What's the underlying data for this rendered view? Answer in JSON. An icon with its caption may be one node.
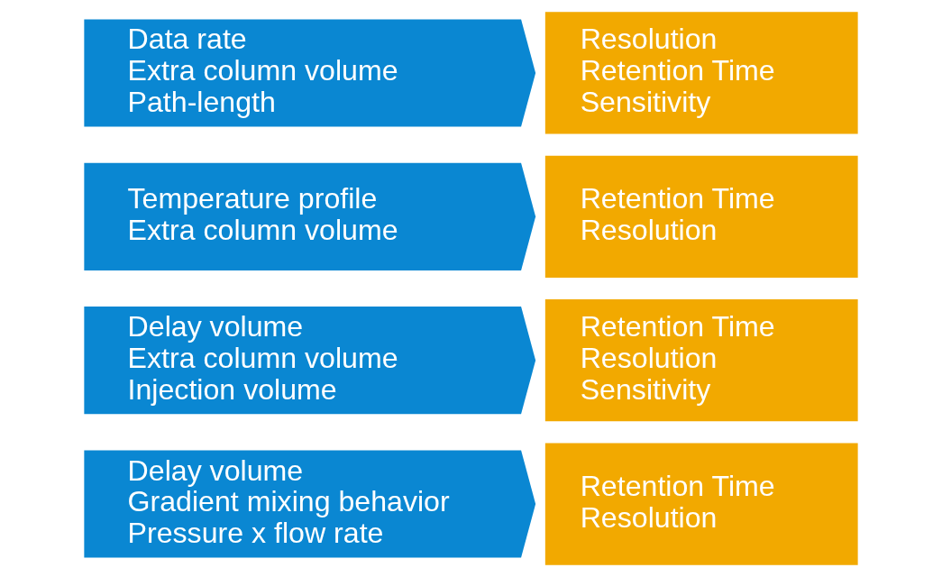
{
  "diagram": {
    "nodes": [
      {
        "text": [
          "Delay volume",
          "Gradient mixing behavior",
          "Pressure x flow rate"
        ]
      },
      {
        "text": [
          "Retention Time",
          "Resolution"
        ]
      },
      {
        "text": [
          "Delay volume",
          "Extra column volume",
          "Injection volume"
        ]
      },
      {
        "text": [
          "Retention Time",
          "Resolution",
          "Sensitivity"
        ]
      },
      {
        "text": [
          "Temperature profile",
          "Extra column volume"
        ]
      },
      {
        "text": [
          "Retention Time",
          "Resolution"
        ]
      },
      {
        "text": [
          "Data rate",
          "Extra column volume",
          "Path-length"
        ]
      },
      {
        "text": [
          "Resolution",
          "Retention Time",
          "Sensitivity"
        ]
      }
    ]
  }
}
